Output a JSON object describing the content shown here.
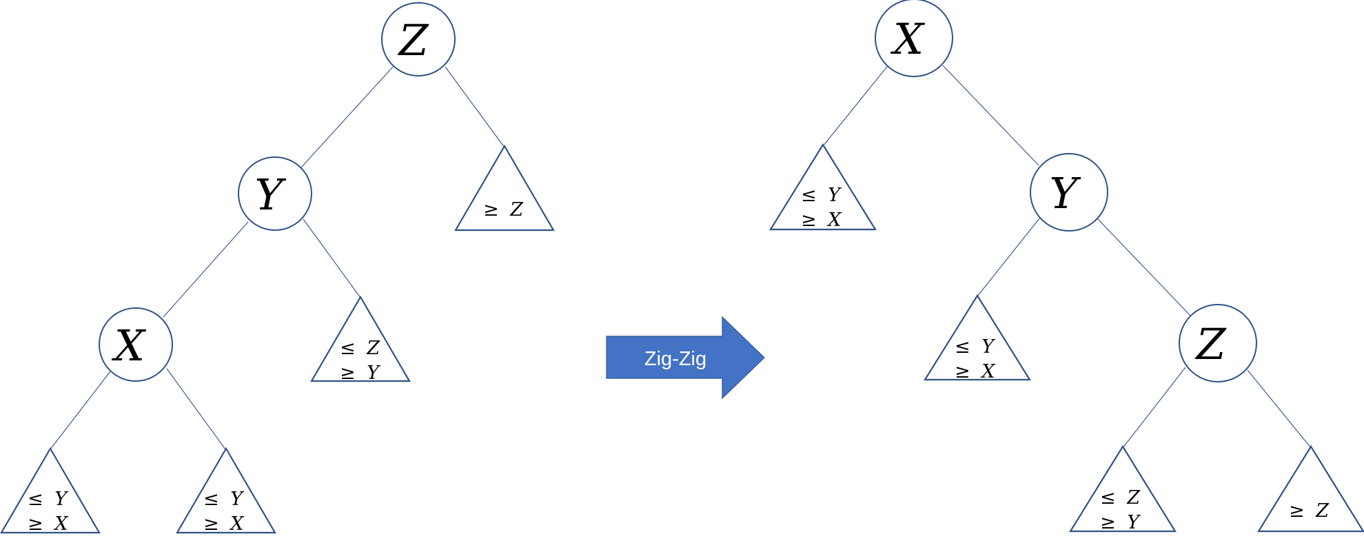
{
  "transform": {
    "label": "Zig-Zig",
    "color": "#4472c4"
  },
  "colors": {
    "outline": "#2f5286",
    "fill": "#ffffff",
    "text": "#000000"
  },
  "before": {
    "nodes": [
      {
        "id": "z",
        "label": "Z"
      },
      {
        "id": "y",
        "label": "Y"
      },
      {
        "id": "x",
        "label": "X"
      }
    ],
    "subtrees": [
      {
        "id": "x-left",
        "lines": [
          {
            "op": "≤",
            "var": "Y"
          },
          {
            "op": "≥",
            "var": "X"
          }
        ]
      },
      {
        "id": "x-right",
        "lines": [
          {
            "op": "≤",
            "var": "Y"
          },
          {
            "op": "≥",
            "var": "X"
          }
        ]
      },
      {
        "id": "y-right",
        "lines": [
          {
            "op": "≤",
            "var": "Z"
          },
          {
            "op": "≥",
            "var": "Y"
          }
        ]
      },
      {
        "id": "z-right",
        "lines": [
          {
            "op": "≥",
            "var": "Z"
          }
        ]
      }
    ]
  },
  "after": {
    "nodes": [
      {
        "id": "x",
        "label": "X"
      },
      {
        "id": "y",
        "label": "Y"
      },
      {
        "id": "z",
        "label": "Z"
      }
    ],
    "subtrees": [
      {
        "id": "x-left",
        "lines": [
          {
            "op": "≤",
            "var": "Y"
          },
          {
            "op": "≥",
            "var": "X"
          }
        ]
      },
      {
        "id": "y-left",
        "lines": [
          {
            "op": "≤",
            "var": "Y"
          },
          {
            "op": "≥",
            "var": "X"
          }
        ]
      },
      {
        "id": "z-left",
        "lines": [
          {
            "op": "≤",
            "var": "Z"
          },
          {
            "op": "≥",
            "var": "Y"
          }
        ]
      },
      {
        "id": "z-right",
        "lines": [
          {
            "op": "≥",
            "var": "Z"
          }
        ]
      }
    ]
  }
}
